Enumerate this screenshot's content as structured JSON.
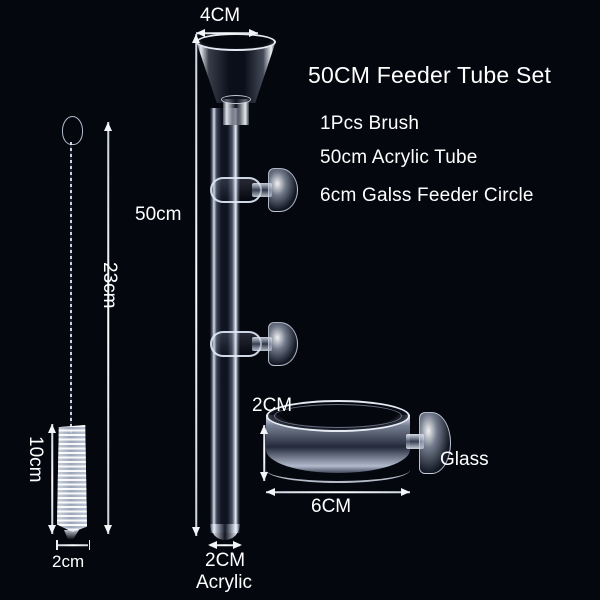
{
  "product": {
    "title": "50CM  Feeder Tube Set",
    "specs": [
      "1Pcs Brush",
      "50cm Acrylic Tube",
      "6cm Galss Feeder Circle"
    ]
  },
  "background_color": "#05070f",
  "text_color": "#ffffff",
  "annotations": {
    "funnel_width": "4CM",
    "tube_length": "50cm",
    "tube_diameter": "2CM",
    "tube_material": "Acrylic",
    "brush_length": "23cm",
    "brush_bristle_length": "10cm",
    "brush_bristle_width": "2cm",
    "dish_height": "2CM",
    "dish_diameter": "6CM",
    "dish_mount": "Glass"
  },
  "parts": {
    "brush": "cleaning-brush",
    "tube": "acrylic-feeder-tube",
    "funnel": "funnel-top",
    "suction_cup_upper": "suction-cup-holder-upper",
    "suction_cup_lower": "suction-cup-holder-lower",
    "dish": "glass-feeder-circle",
    "dish_suction_cup": "dish-suction-cup"
  }
}
